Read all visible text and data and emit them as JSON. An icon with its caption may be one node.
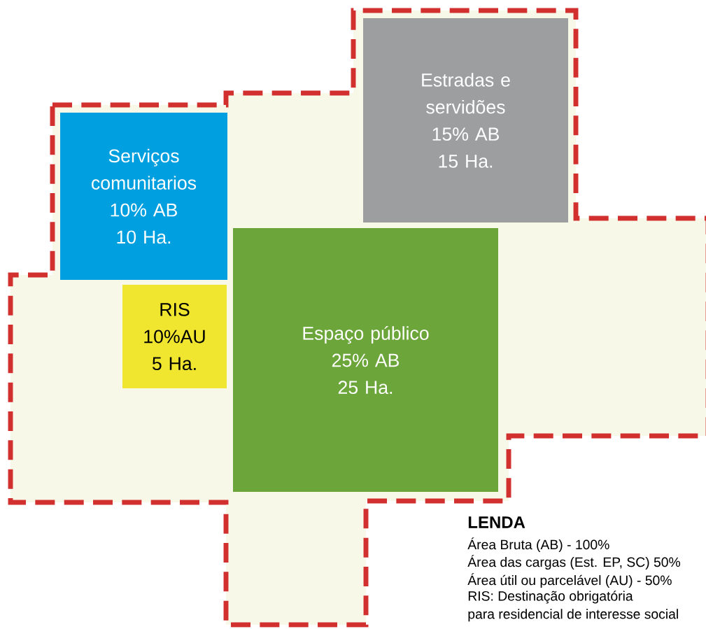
{
  "diagram": {
    "nodes": [
      {
        "text": [
          "Estradas e servidões",
          "15% AB",
          "15 Ha."
        ]
      },
      {
        "text": [
          "Serviços comunitarios",
          "10% AB",
          "10 Ha."
        ]
      },
      {
        "text": [
          "Espaço público",
          "25% AB",
          "25 Ha."
        ]
      },
      {
        "text": [
          "RIS",
          "10%AU",
          "5 Ha."
        ]
      }
    ],
    "labels": [
      "LENDA",
      "Área Bruta (AB) - 100%",
      "Área das cargas (Est. EP, SC) 50%",
      "Área útil ou parcelável (AU) - 50%",
      "RIS: Destinação obrigatória",
      "para residencial de interesse social"
    ]
  }
}
